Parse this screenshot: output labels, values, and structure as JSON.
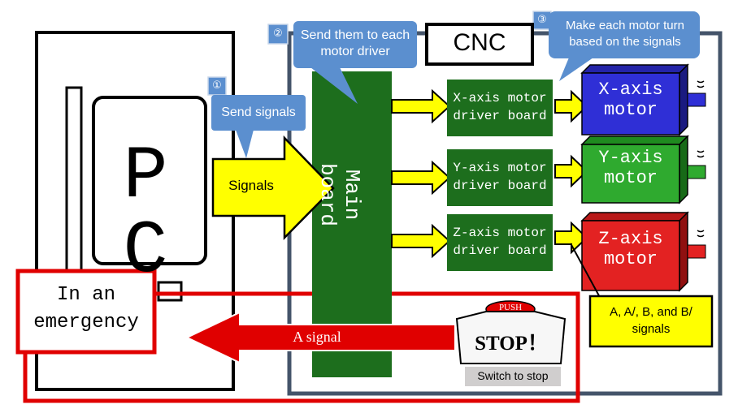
{
  "pc": {
    "label": "P C"
  },
  "cnc": {
    "label": "CNC"
  },
  "main_board": {
    "label": "Main board"
  },
  "callouts": [
    {
      "number": "①",
      "text": "Send signals"
    },
    {
      "number": "②",
      "text": "Send them to each motor driver"
    },
    {
      "number": "③",
      "text": "Make each motor turn based on the signals"
    }
  ],
  "signals_arrow": {
    "label": "Signals"
  },
  "drivers": [
    {
      "line1": "X-axis motor",
      "line2": "driver board"
    },
    {
      "line1": "Y-axis motor",
      "line2": "driver board"
    },
    {
      "line1": "Z-axis motor",
      "line2": "driver board"
    }
  ],
  "motors": [
    {
      "line1": "X-axis",
      "line2": "motor",
      "color": "#2f2fd6"
    },
    {
      "line1": "Y-axis",
      "line2": "motor",
      "color": "#2faa2f"
    },
    {
      "line1": "Z-axis",
      "line2": "motor",
      "color": "#e32222"
    }
  ],
  "signal_note": {
    "text": "A, A/, B, and B/ signals"
  },
  "emergency": {
    "text": "In an emergency"
  },
  "red_arrow": {
    "label": "A signal"
  },
  "stop_button": {
    "push": "PUSH",
    "stop": "STOP！",
    "caption": "Switch to stop"
  },
  "colors": {
    "main_green": "#1d6e1d",
    "callout_blue": "#5b8fcf",
    "yellow": "#ffff00",
    "emergency_red": "#e00000",
    "frame_gray": "#44546a"
  }
}
